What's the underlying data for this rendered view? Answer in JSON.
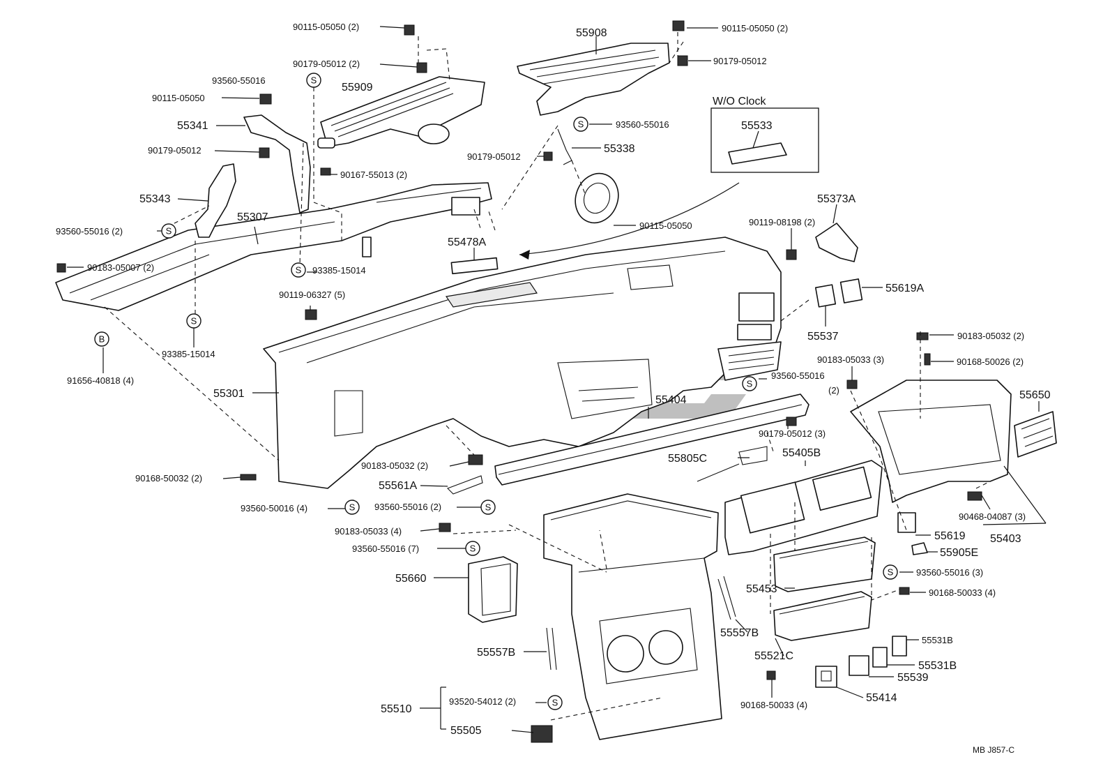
{
  "diagram": {
    "inset_title": "W/O Clock",
    "reference": "MB  J857-C",
    "symbols": {
      "s": "S",
      "b": "B"
    },
    "labels": {
      "l90115_05050_2_left": "90115-05050 (2)",
      "l90179_05012_2": "90179-05012 (2)",
      "l93560_55016_top": "93560-55016",
      "l55909": "55909",
      "l90115_05050_left": "90115-05050",
      "l55341": "55341",
      "l90179_05012_left": "90179-05012",
      "l90167_55013": "90167-55013 (2)",
      "l55343": "55343",
      "l55307": "55307",
      "l93560_55016_2_left": "93560-55016 (2)",
      "l90183_05007": "90183-05007 (2)",
      "l93385_15014_a": "93385-15014",
      "l90119_06327": "90119-06327 (5)",
      "l93385_15014_b": "93385-15014",
      "l91656_40818": "91656-40818 (4)",
      "l55301": "55301",
      "l90168_50032": "90168-50032 (2)",
      "l90183_05032_mid": "90183-05032 (2)",
      "l55561A": "55561A",
      "l93560_50016": "93560-50016 (4)",
      "l93560_55016_2_mid": "93560-55016 (2)",
      "l90183_05033_4": "90183-05033 (4)",
      "l93560_55016_7": "93560-55016 (7)",
      "l55660": "55660",
      "l55557B_left": "55557B",
      "l55510": "55510",
      "l93520_54012": "93520-54012 (2)",
      "l55505": "55505",
      "l55908": "55908",
      "l90115_05050_2_right": "90115-05050 (2)",
      "l90179_05012_right": "90179-05012",
      "l93560_55016_mid": "93560-55016",
      "l90179_05012_mid": "90179-05012",
      "l55338": "55338",
      "l90115_05050_mid": "90115-05050",
      "l55478A": "55478A",
      "l55533": "55533",
      "l90119_08198": "90119-08198 (2)",
      "l55373A": "55373A",
      "l55619A": "55619A",
      "l55537": "55537",
      "l90183_05032_right": "90183-05032 (2)",
      "l90183_05033_3": "90183-05033 (3)",
      "l90168_50026": "90168-50026 (2)",
      "l93560_55016_right_2": "93560-55016",
      "l_paren2": "(2)",
      "l55650": "55650",
      "l55404": "55404",
      "l90179_05012_3": "90179-05012 (3)",
      "l55805C": "55805C",
      "l55405B": "55405B",
      "l90468_04087": "90468-04087 (3)",
      "l55619": "55619",
      "l55403": "55403",
      "l55905E": "55905E",
      "l93560_55016_3": "93560-55016 (3)",
      "l55453": "55453",
      "l90168_50033_a": "90168-50033 (4)",
      "l55557B_right": "55557B",
      "l55521C": "55521C",
      "l55531B_a": "55531B",
      "l55531B_b": "55531B",
      "l55539": "55539",
      "l55414": "55414",
      "l90168_50033_b": "90168-50033 (4)"
    }
  }
}
